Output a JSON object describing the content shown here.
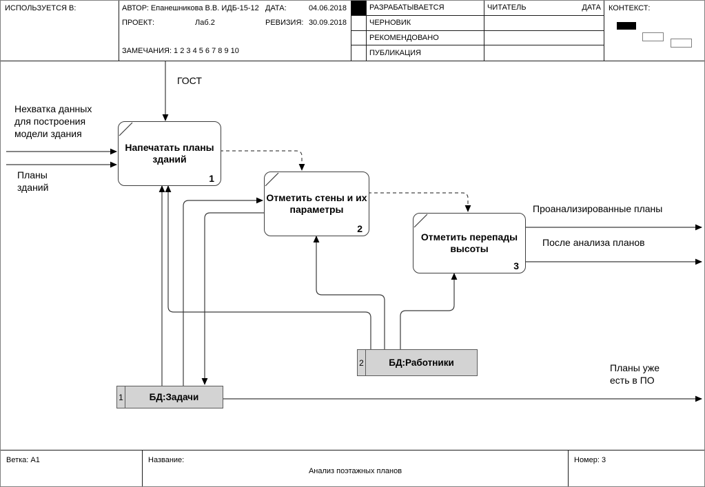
{
  "header": {
    "used_in": "ИСПОЛЬЗУЕТСЯ В:",
    "author_line": "АВТОР: Епанешникова В.В. ИДБ-15-12",
    "date_label": "ДАТА:",
    "date_value": "04.06.2018",
    "project_label": "ПРОЕКТ:",
    "project_value": "Лаб.2",
    "revision_label": "РЕВИЗИЯ:",
    "revision_value": "30.09.2018",
    "notes_line": "ЗАМЕЧАНИЯ:  1 2 3 4 5 6 7 8 9 10",
    "statuses": [
      "РАЗРАБАТЫВАЕТСЯ",
      "ЧЕРНОВИК",
      "РЕКОМЕНДОВАНО",
      "ПУБЛИКАЦИЯ"
    ],
    "reader_label": "ЧИТАТЕЛЬ",
    "reader_date_label": "ДАТА",
    "context_label": "КОНТЕКСТ:"
  },
  "diagram": {
    "processes": [
      {
        "number": "1",
        "label": "Напечатать планы зданий"
      },
      {
        "number": "2",
        "label": "Отметить стены и их параметры"
      },
      {
        "number": "3",
        "label": "Отметить перепады высоты"
      }
    ],
    "stores": [
      {
        "number": "1",
        "label": "БД:Задачи"
      },
      {
        "number": "2",
        "label": "БД:Работники"
      }
    ],
    "labels": {
      "gost": "ГОСТ",
      "input_top": "Нехватка данных\nдля построения\nмодели здания",
      "input_bottom": "Планы\nзданий",
      "output_top": "Проанализированные планы",
      "output_bottom": "После анализа планов",
      "store_output": "Планы уже\nесть в ПО"
    }
  },
  "footer": {
    "branch": "Ветка: A1",
    "name_label": "Название:",
    "title": "Анализ поэтажных планов",
    "number": "Номер: 3"
  },
  "colors": {
    "line": "#3a3a3a",
    "store_fill": "#d3d3d3",
    "status_current": "#000000"
  }
}
